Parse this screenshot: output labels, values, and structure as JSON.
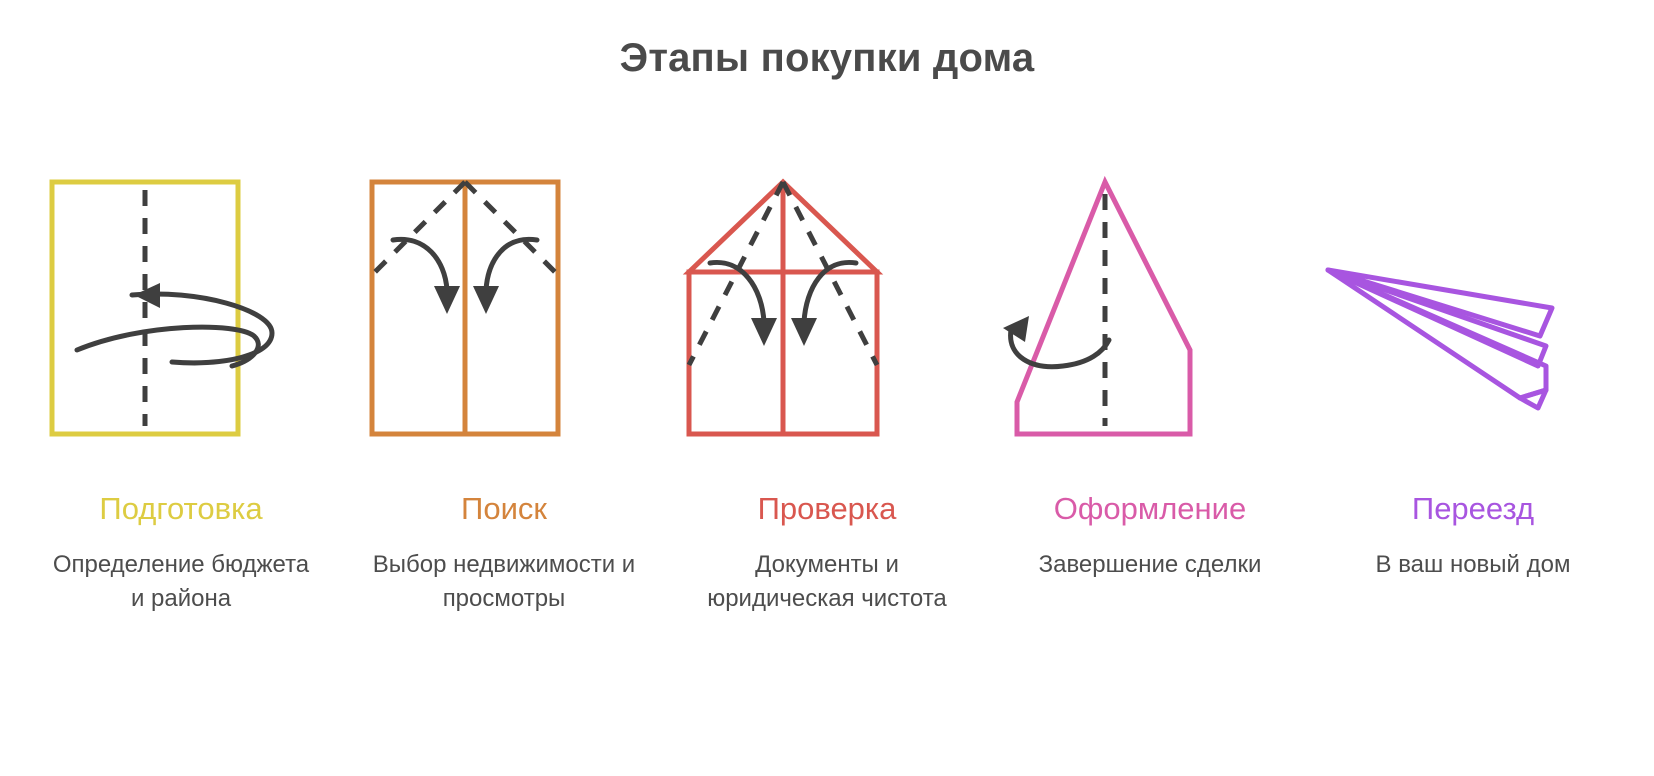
{
  "title": "Этапы покупки дома",
  "colors": {
    "title": "#4a4a4a",
    "caption": "#4d4d4d",
    "arrow": "#3f3f3f",
    "background": "#ffffff",
    "preparation": "#ddcc42",
    "search": "#d4843c",
    "check": "#d9574f",
    "deal": "#d95ba8",
    "move": "#a855e0"
  },
  "steps": [
    {
      "id": "preparation",
      "label": "Подготовка",
      "caption": "Определение бюджета и района",
      "caption_lines": [
        "Определение",
        "бюджета и района"
      ],
      "figure": "folded-paper-rectangle-flip",
      "color": "#ddcc42"
    },
    {
      "id": "search",
      "label": "Поиск",
      "caption": "Выбор недвижимости и просмотры",
      "caption_lines": [
        "Выбор",
        "недвижимости и",
        "просмотры"
      ],
      "figure": "folded-paper-corners-down",
      "color": "#d4843c"
    },
    {
      "id": "check",
      "label": "Проверка",
      "caption": "Документы и юридическая чистота",
      "caption_lines": [
        "Документы и",
        "юридическая",
        "чистота"
      ],
      "figure": "folded-paper-house",
      "color": "#d9574f"
    },
    {
      "id": "deal",
      "label": "Оформление",
      "caption": "Завершение сделки",
      "caption_lines": [
        "Завершение",
        "сделки"
      ],
      "figure": "folded-paper-kite-flip",
      "color": "#d95ba8"
    },
    {
      "id": "move",
      "label": "Переезд",
      "caption": "В ваш новый дом",
      "caption_lines": [
        "В ваш новый дом"
      ],
      "figure": "paper-plane",
      "color": "#a855e0"
    }
  ]
}
